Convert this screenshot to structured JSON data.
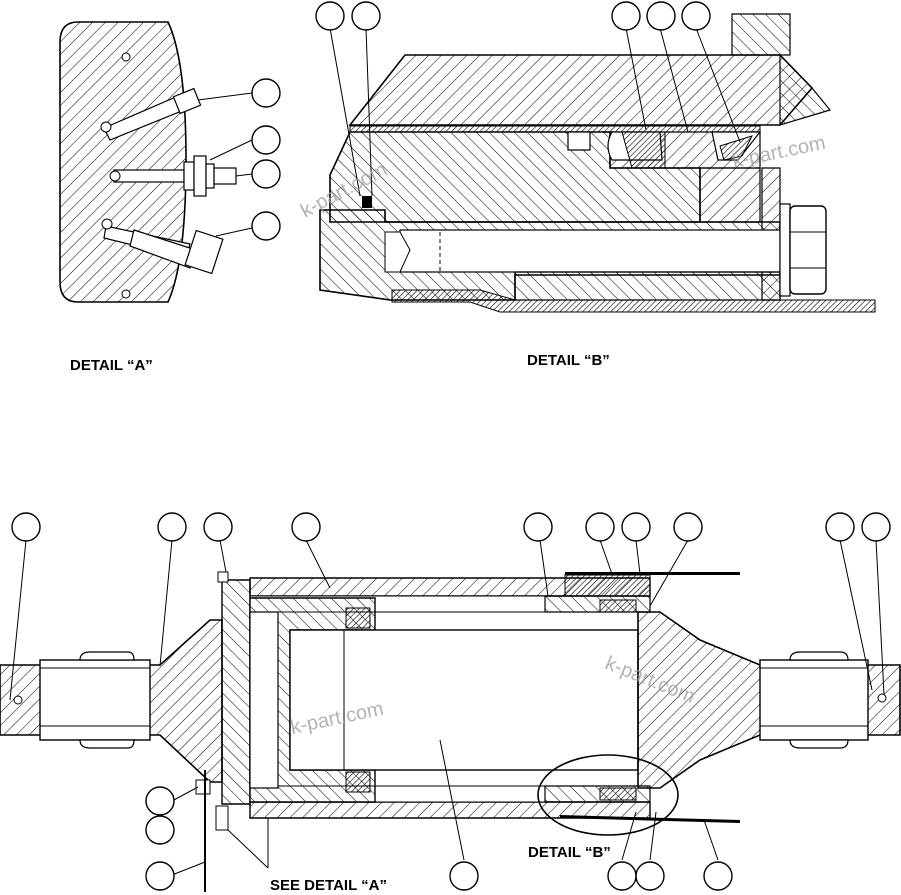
{
  "labels": {
    "detail_a": "DETAIL “A”",
    "detail_b": "DETAIL “B”",
    "detail_b_callout": "DETAIL “B”",
    "see_detail_a": "SEE DETAIL “A”"
  },
  "watermark": {
    "text": "k-part.com"
  },
  "colors": {
    "line": "#000000",
    "watermark": "#9a9a9a",
    "background": "#ffffff"
  }
}
